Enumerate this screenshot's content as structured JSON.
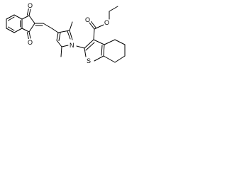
{
  "molecule": {
    "atoms": {
      "indandione_o_top": "O",
      "indandione_o_bottom": "O",
      "ester_o_carbonyl": "O",
      "ester_o_ether": "O",
      "pyrrole_n": "N",
      "thiophene_s": "S"
    }
  }
}
